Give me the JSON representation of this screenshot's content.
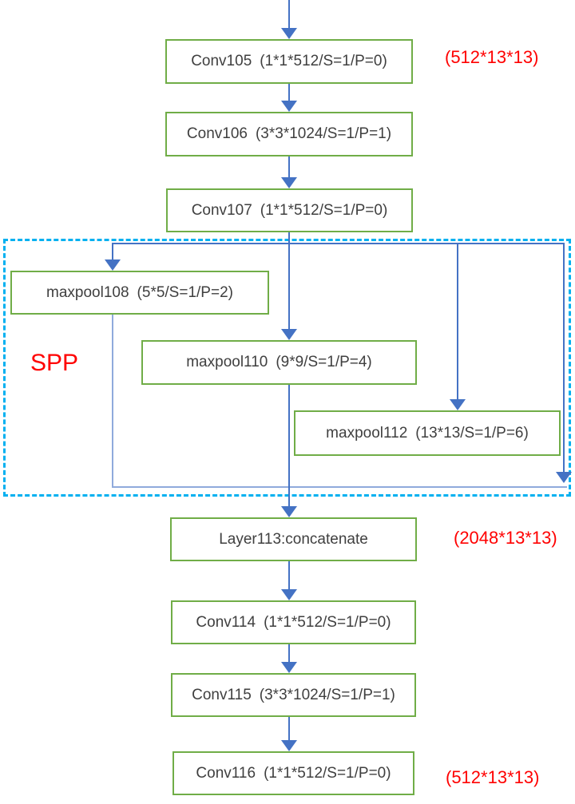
{
  "diagram_type": "neural-network-architecture-flowchart",
  "spp": {
    "label": "SPP"
  },
  "nodes": {
    "conv105": {
      "name": "Conv105",
      "params": "(1*1*512/S=1/P=0)"
    },
    "conv106": {
      "name": "Conv106",
      "params": "(3*3*1024/S=1/P=1)"
    },
    "conv107": {
      "name": "Conv107",
      "params": "(1*1*512/S=1/P=0)"
    },
    "maxpool108": {
      "name": "maxpool108",
      "params": "(5*5/S=1/P=2)"
    },
    "maxpool110": {
      "name": "maxpool110",
      "params": "(9*9/S=1/P=4)"
    },
    "maxpool112": {
      "name": "maxpool112",
      "params": "(13*13/S=1/P=6)"
    },
    "layer113": {
      "name": "Layer113:concatenate"
    },
    "conv114": {
      "name": "Conv114",
      "params": "(1*1*512/S=1/P=0)"
    },
    "conv115": {
      "name": "Conv115",
      "params": "(3*3*1024/S=1/P=1)"
    },
    "conv116": {
      "name": "Conv116",
      "params": "(1*1*512/S=1/P=0)"
    }
  },
  "annotations": {
    "conv105_dims": "(512*13*13)",
    "layer113_dims": "(2048*13*13)",
    "conv116_dims": "(512*13*13)"
  },
  "colors": {
    "box_border": "#70AD47",
    "arrow": "#4472C4",
    "thin_line": "#8FAADC",
    "spp_border": "#00B0F0",
    "annotation": "#FF0000",
    "text": "#3F3F3F"
  }
}
